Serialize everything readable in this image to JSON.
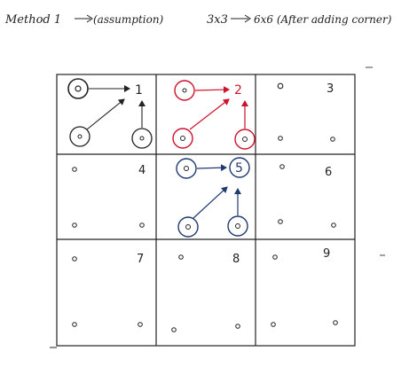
{
  "header": {
    "method": "Method 1",
    "assumption": "(assumption)",
    "from_size": "3x3",
    "to_size": "6x6 (After adding corner)"
  },
  "grid": {
    "rows": 3,
    "cols": 3,
    "cell_numbers": [
      "1",
      "2",
      "3",
      "4",
      "5",
      "6",
      "7",
      "8",
      "9"
    ],
    "highlight_colors": {
      "cell_1": "#222222",
      "cell_2": "#d0112b",
      "cell_5": "#1f3a6e",
      "ink": "#222222"
    }
  }
}
